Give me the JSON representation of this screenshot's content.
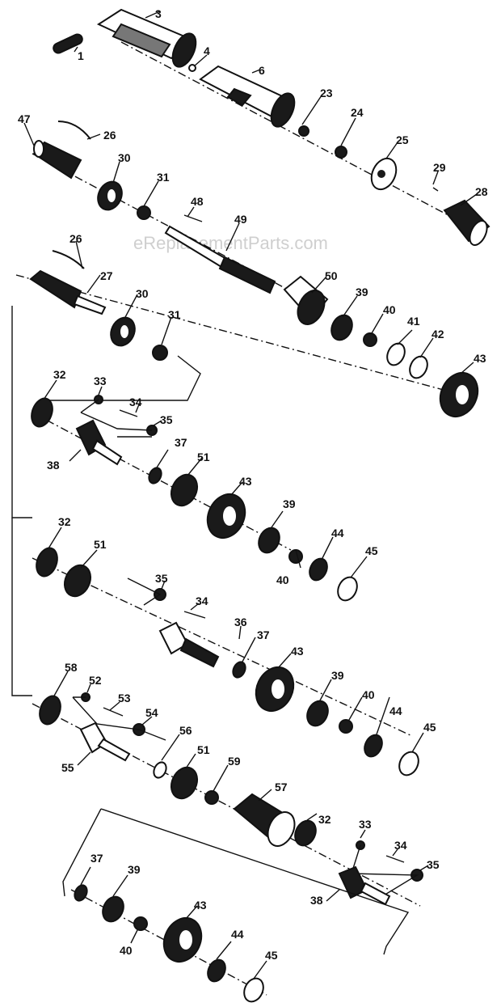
{
  "watermark": "eReplacementParts.com",
  "labels": {
    "p1": "1",
    "p3": "3",
    "p4": "4",
    "p6": "6",
    "p23": "23",
    "p24": "24",
    "p25": "25",
    "p47": "47",
    "p26a": "26",
    "p30a": "30",
    "p31a": "31",
    "p48": "48",
    "p49": "49",
    "p29": "29",
    "p28": "28",
    "p26b": "26",
    "p27": "27",
    "p30b": "30",
    "p31b": "31",
    "p50": "50",
    "p39a": "39",
    "p40a": "40",
    "p41": "41",
    "p42": "42",
    "p43a": "43",
    "p32a": "32",
    "p33a": "33",
    "p34a": "34",
    "p35a": "35",
    "p37a": "37",
    "p38a": "38",
    "p51a": "51",
    "p43b": "43",
    "p39b": "39",
    "p44a": "44",
    "p40b": "40",
    "p45a": "45",
    "p32b": "32",
    "p51b": "51",
    "p35b": "35",
    "p34b": "34",
    "p36": "36",
    "p37b": "37",
    "p43c": "43",
    "p39c": "39",
    "p40c": "40",
    "p44b": "44",
    "p45b": "45",
    "p58": "58",
    "p52": "52",
    "p53": "53",
    "p54": "54",
    "p55": "55",
    "p56": "56",
    "p51c": "51",
    "p59": "59",
    "p57": "57",
    "p32c": "32",
    "p33b": "33",
    "p34c": "34",
    "p35c": "35",
    "p38b": "38",
    "p37c": "37",
    "p39d": "39",
    "p40d": "40",
    "p43d": "43",
    "p44c": "44",
    "p45c": "45"
  }
}
